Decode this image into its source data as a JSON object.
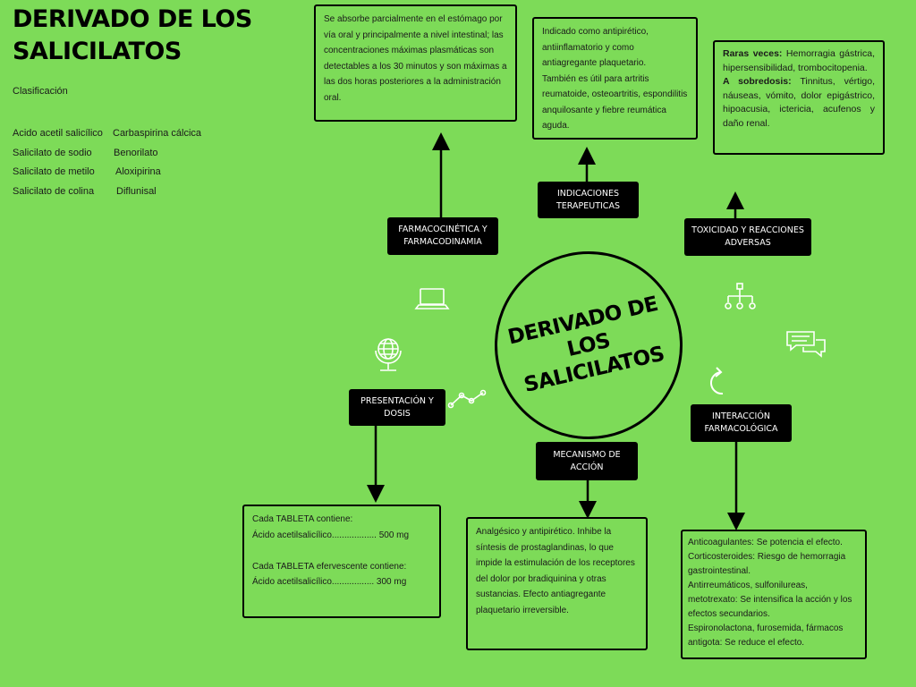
{
  "title": "DERIVADO DE LOS\nSALICILATOS",
  "clasificacion": {
    "label": "Clasificación",
    "rows": [
      [
        "Acido acetil salicílico",
        "Carbaspirina cálcica"
      ],
      [
        "Salicilato de sodio",
        "Benorilato"
      ],
      [
        "Salicilato de metilo",
        "Aloxipirina"
      ],
      [
        "Salicilato de colina",
        "Diflunisal"
      ]
    ]
  },
  "center": "DERIVADO DE LOS\nSALICILATOS",
  "labels": {
    "farmaco": "FARMACOCINÉTICA Y\nFARMACODINAMIA",
    "indicaciones": "INDICACIONES\nTERAPEUTICAS",
    "toxicidad": "TOXICIDAD Y REACCIONES\nADVERSAS",
    "presentacion": "PRESENTACIÓN Y\nDOSIS",
    "mecanismo": "MECANISMO DE\nACCIÓN",
    "interaccion": "INTERACCIÓN\nFARMACOLÓGICA"
  },
  "boxes": {
    "farmaco": "Se absorbe parcialmente en el estómago por vía oral y principalmente a nivel intestinal; las concentraciones máximas plasmáticas son detectables a los 30 minutos y son máximas a las dos horas posteriores a la administración oral.",
    "indicaciones": "Indicado como antipirético, antiinflamatorio y como antiagregante plaquetario.\nTambién es útil para artritis reumatoide, osteoartritis, espondilitis anquilosante y fiebre reumática aguda.",
    "toxicidad": {
      "raras_label": "Raras veces:",
      "raras_text": " Hemorragia gástrica, hipersensibilidad, trombocitopenia.",
      "sobre_label": "A sobredosis:",
      "sobre_text": " Tinnitus, vértigo, náuseas, vómito, dolor epigástrico, hipoacusia, ictericia, acufenos y daño renal."
    },
    "presentacion": {
      "l1": "Cada TABLETA contiene:",
      "l2": "Ácido acetilsalicílico.................. 500 mg",
      "l3": "Cada TABLETA efervescente contiene:",
      "l4": "Ácido acetilsalicílico................. 300 mg"
    },
    "mecanismo": "Analgésico y antipirético. Inhibe la síntesis de prostaglandinas, lo que impide la estimulación de los receptores del dolor por bradiquinina y otras sustancias. Efecto antiagregante plaquetario irreversible.",
    "interaccion": "Anticoagulantes: Se potencia el efecto.\nCorticosteroides: Riesgo de hemorragia gastrointestinal.\nAntirreumáticos, sulfonilureas, metotrexato: Se intensifica la acción y los efectos secundarios.\nEspironolactona, furosemida, fármacos antigota: Se reduce el efecto."
  },
  "icons": [
    "laptop-icon",
    "globe-icon",
    "line-graph-icon",
    "hierarchy-icon",
    "chat-bubbles-icon",
    "refresh-arrow-icon"
  ],
  "colors": {
    "background": "#7ddb58",
    "label_bg": "#000000",
    "label_text": "#ffffff"
  }
}
